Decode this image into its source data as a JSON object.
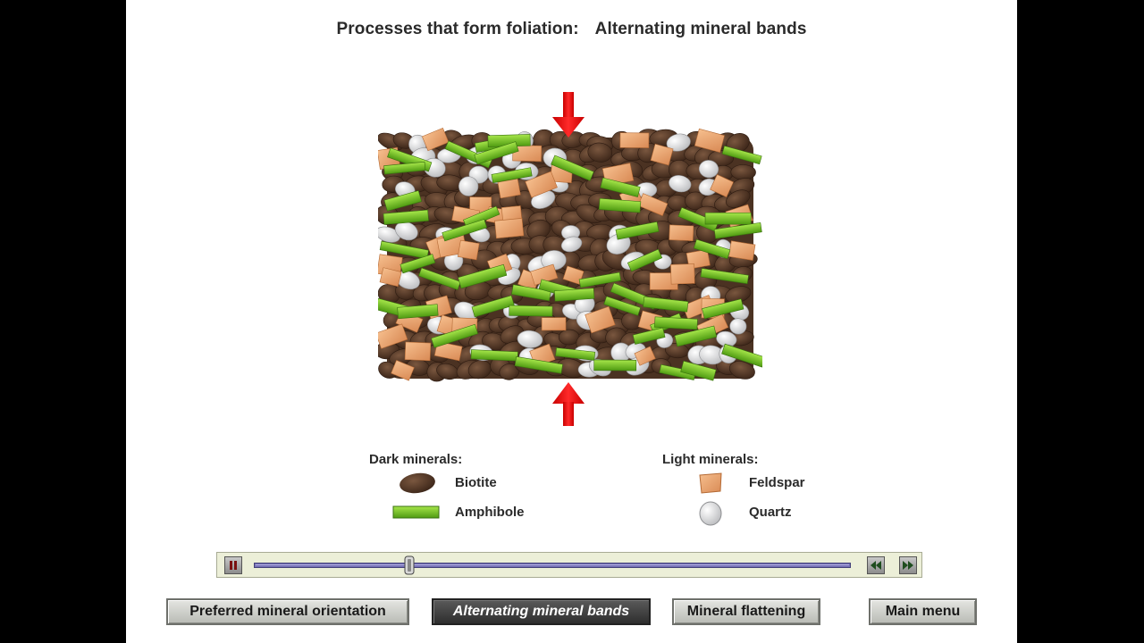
{
  "title": {
    "prefix": "Processes that form foliation:",
    "topic": "Alternating mineral bands"
  },
  "legend": {
    "dark": {
      "heading": "Dark minerals:",
      "items": [
        {
          "label": "Biotite",
          "icon": "biotite-icon",
          "color": "#5a3d2b"
        },
        {
          "label": "Amphibole",
          "icon": "amphibole-icon",
          "color": "#74c11f"
        }
      ]
    },
    "light": {
      "heading": "Light minerals:",
      "items": [
        {
          "label": "Feldspar",
          "icon": "feldspar-icon",
          "color": "#eda472"
        },
        {
          "label": "Quartz",
          "icon": "quartz-icon",
          "color": "#e3e4e6"
        }
      ]
    }
  },
  "diagram": {
    "stress_arrows": [
      "down-arrow-icon",
      "up-arrow-icon"
    ],
    "arrow_color": "#ee1111"
  },
  "player": {
    "progress": 0.26,
    "pause_icon": "pause-icon",
    "rewind_icon": "rewind-icon",
    "forward_icon": "fast-forward-icon"
  },
  "nav": {
    "preferred": "Preferred mineral orientation",
    "alternating": "Alternating mineral bands",
    "flattening": "Mineral flattening",
    "main_menu": "Main menu"
  }
}
